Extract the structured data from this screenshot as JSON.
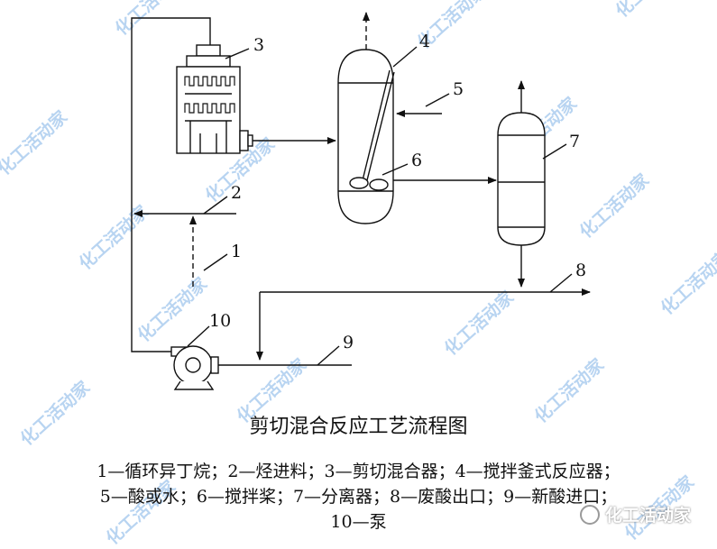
{
  "diagram": {
    "title": "剪切混合反应工艺流程图",
    "callouts": {
      "n1": "1",
      "n2": "2",
      "n3": "3",
      "n4": "4",
      "n5": "5",
      "n6": "6",
      "n7": "7",
      "n8": "8",
      "n9": "9",
      "n10": "10"
    },
    "legend": {
      "line1": "1—循环异丁烷；2—烃进料；3—剪切混合器；4—搅拌釜式反应器；",
      "line2": "5—酸或水；6—搅拌桨；7—分离器；8—废酸出口；9—新酸进口；",
      "line3": "10—泵"
    }
  },
  "watermark": {
    "text": "化工活动家",
    "color": "#7fb2e6"
  },
  "badge": {
    "text": "化工活动家"
  },
  "colors": {
    "line": "#111111",
    "background": "#ffffff"
  }
}
